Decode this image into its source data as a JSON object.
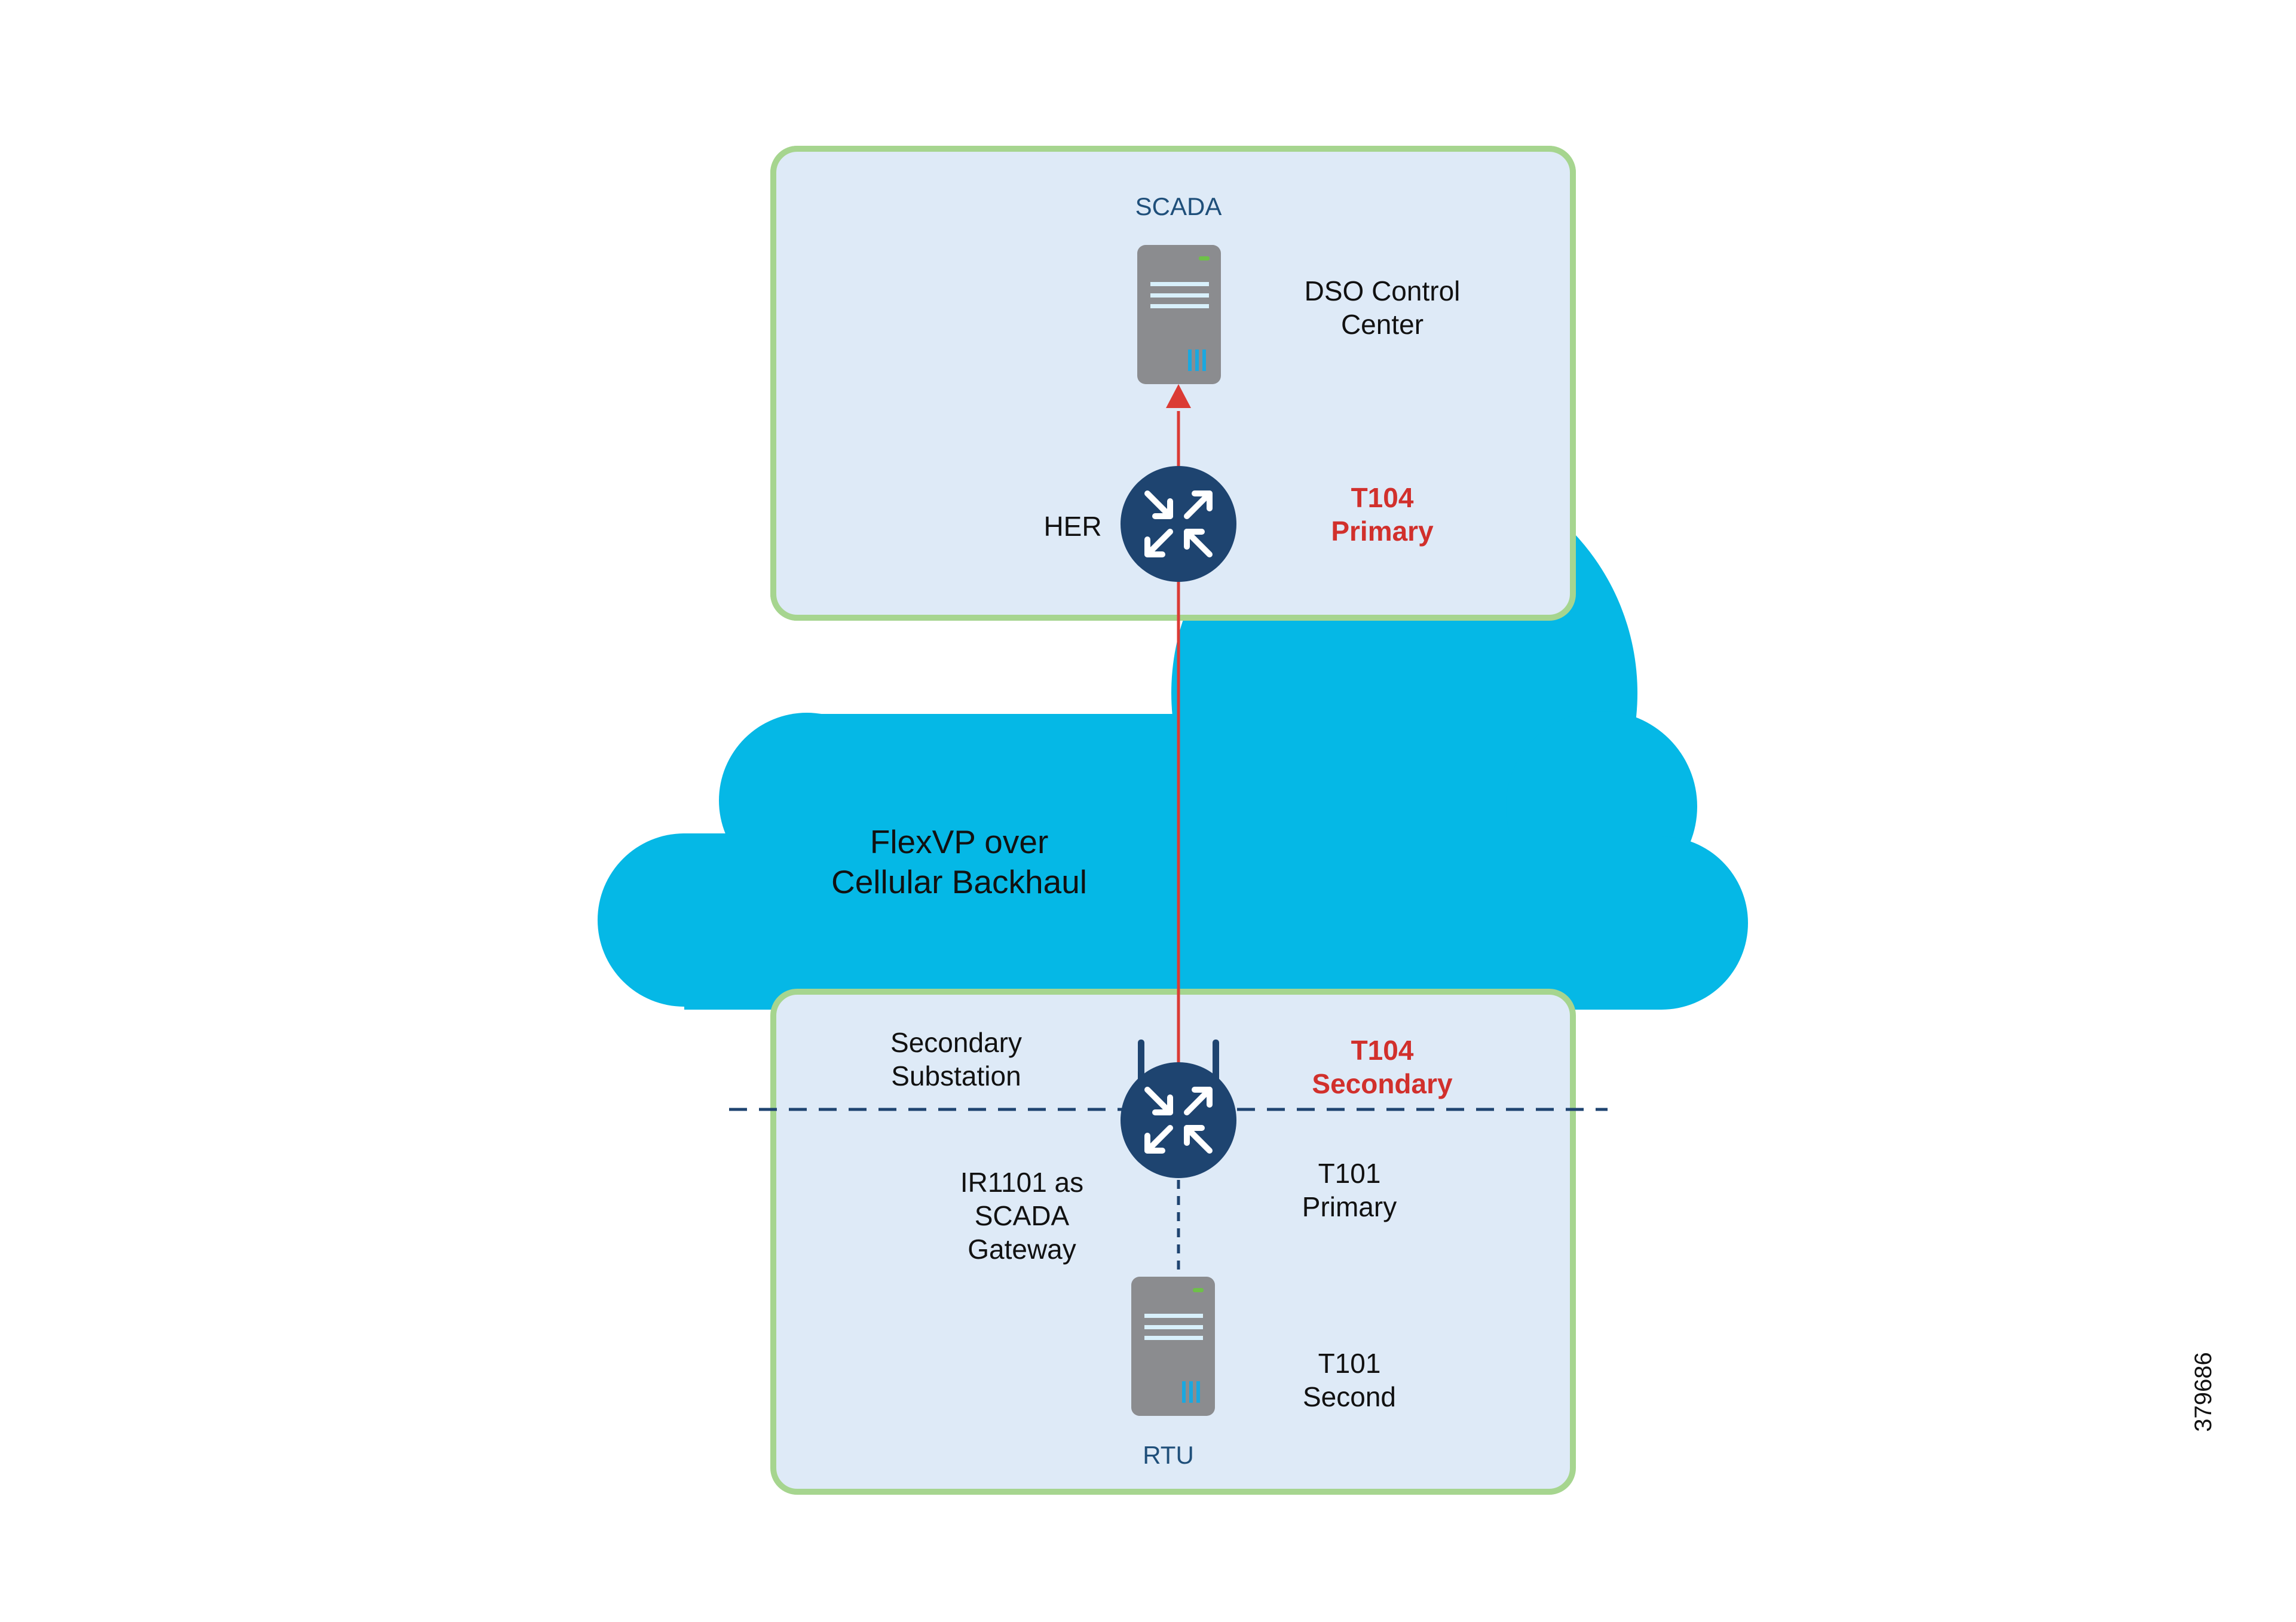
{
  "colors": {
    "box_fill": "#deeaf7",
    "box_border": "#a6d58f",
    "cloud": "#05b8e6",
    "router": "#1e4470",
    "server_body": "#8b8c8f",
    "server_lines": "#d8f0fb",
    "server_led": "#6ec049",
    "server_bars": "#1aa8e0",
    "red_link": "#db3b35",
    "dashed_line": "#1f4470",
    "label_dark": "#111111",
    "label_blue": "#1f4f7a",
    "label_red": "#d1302c"
  },
  "control_center": {
    "device_label": "SCADA",
    "name_line1": "DSO Control",
    "name_line2": "Center",
    "router_label": "HER",
    "protocol_line1": "T104",
    "protocol_line2": "Primary"
  },
  "cloud": {
    "line1": "FlexVP over",
    "line2": "Cellular Backhaul"
  },
  "substation": {
    "name_line1": "Secondary",
    "name_line2": "Substation",
    "protocol_top_line1": "T104",
    "protocol_top_line2": "Secondary",
    "gateway_line1": "IR1101 as",
    "gateway_line2": "SCADA",
    "gateway_line3": "Gateway",
    "protocol_mid_line1": "T101",
    "protocol_mid_line2": "Primary",
    "protocol_bottom_line1": "T101",
    "protocol_bottom_line2": "Second",
    "device_label": "RTU"
  },
  "figure_id": "379686"
}
